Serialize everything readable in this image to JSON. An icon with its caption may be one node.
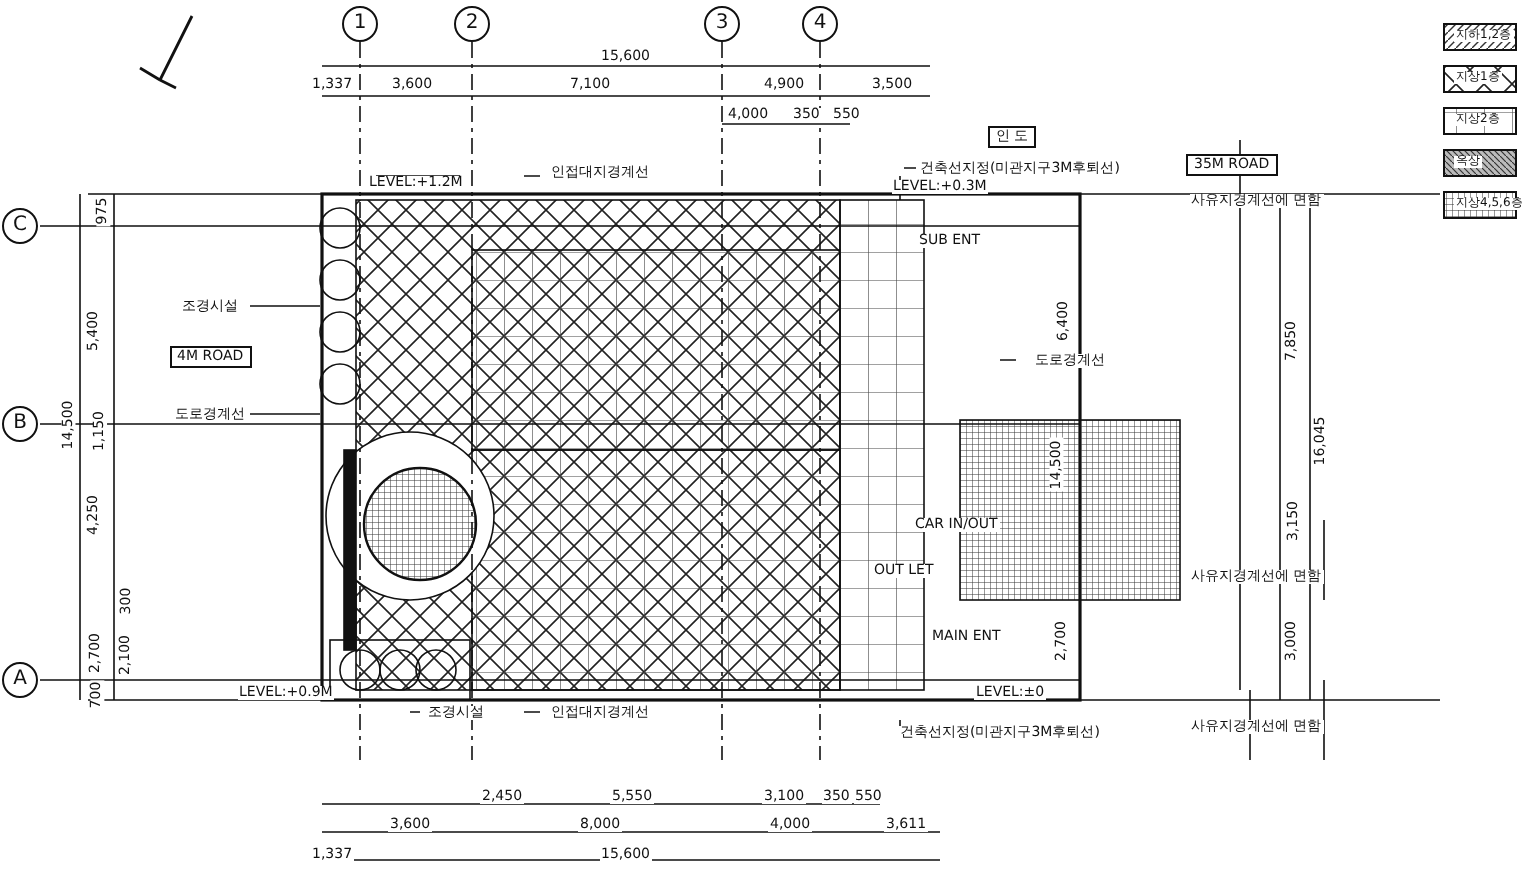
{
  "diagram": {
    "nodes": [
      {
        "text": [
          "1"
        ]
      },
      {
        "text": [
          "2"
        ]
      },
      {
        "text": [
          "3"
        ]
      },
      {
        "text": [
          "4"
        ]
      },
      {
        "text": [
          "C"
        ]
      },
      {
        "text": [
          "B"
        ]
      },
      {
        "text": [
          "A"
        ]
      },
      {
        "text": [
          "인 도"
        ]
      },
      {
        "text": [
          "35M ROAD"
        ]
      },
      {
        "text": [
          "4M ROAD"
        ]
      }
    ],
    "labels": [
      "15,600",
      "1,337",
      "3,600",
      "7,100",
      "4,900",
      "3,500",
      "4,000",
      "350",
      "550",
      "LEVEL:+1.2M",
      "인접대지경계선",
      "건축선지정(미관지구3M후퇴선)",
      "LEVEL:+0.3M",
      "사유지경계선에 면함",
      "975",
      "SUB ENT",
      "조경시설",
      "5,400",
      "6,400",
      "7,850",
      "도로경계선",
      "도로경계선",
      "14,500",
      "1,150",
      "14,500",
      "16,045",
      "4,250",
      "CAR IN/OUT",
      "OUT LET",
      "사유지경계선에 면함",
      "3,150",
      "300",
      "MAIN ENT",
      "2,700",
      "2,100",
      "2,700",
      "3,000",
      "700",
      "LEVEL:+0.9M",
      "LEVEL:±0",
      "조경시설",
      "인접대지경계선",
      "건축선지정(미관지구3M후퇴선)",
      "사유지경계선에 면함",
      "2,450",
      "5,550",
      "3,100",
      "350",
      "550",
      "3,600",
      "8,000",
      "4,000",
      "3,611",
      "1,337",
      "15,600"
    ],
    "legend": [
      {
        "text": "지하1,2층"
      },
      {
        "text": "지상1층"
      },
      {
        "text": "지상2층"
      },
      {
        "text": "옥상"
      },
      {
        "text": "지상4,5,6층"
      }
    ]
  }
}
